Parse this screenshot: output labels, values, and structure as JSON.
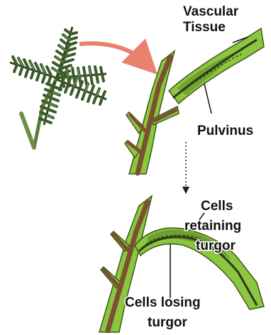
{
  "labels": {
    "vascular_tissue": [
      "Vascular",
      "Tissue"
    ],
    "pulvinus": "Pulvinus",
    "cells_retaining_turgor": [
      "Cells",
      "retaining",
      "turgor"
    ],
    "cells_losing_turgor": [
      "Cells losing",
      "turgor"
    ]
  },
  "colors": {
    "stem_fill": "#8cc640",
    "stem_outline": "#3a5a14",
    "vascular_tissue": "#7a5232",
    "leaf_fill": "#2f4a22",
    "leaf_highlight": "#8aa070",
    "pointer_arrow": "#e8826e",
    "label_text": "#111111"
  }
}
